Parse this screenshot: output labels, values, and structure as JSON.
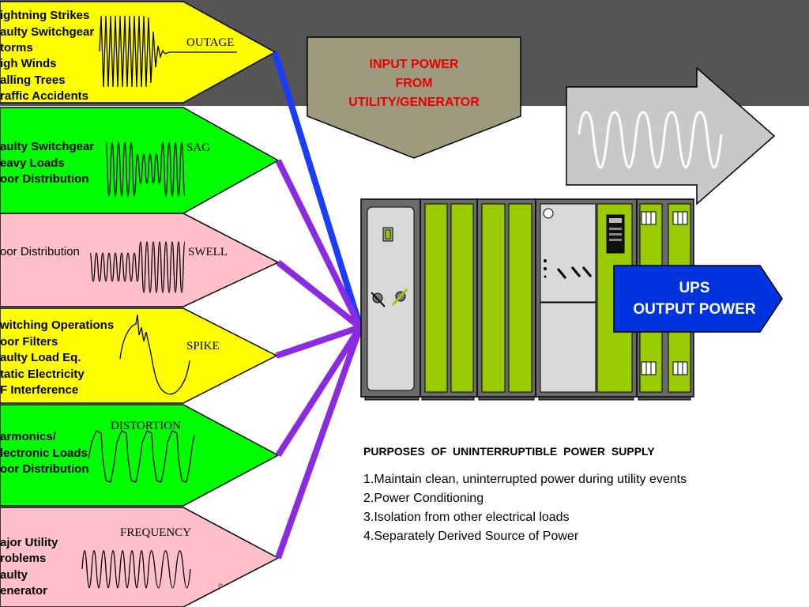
{
  "panels": [
    {
      "lines": [
        "ightning Strikes",
        "aulty Switchgear",
        "torms",
        "igh Winds",
        "alling Trees",
        "raffic Accidents"
      ],
      "label": "OUTAGE",
      "color": "#ffff00"
    },
    {
      "lines": [
        "aulty Switchgear",
        "eavy Loads",
        "oor Distribution"
      ],
      "label": "SAG",
      "color": "#00ff00"
    },
    {
      "lines": [
        "oor Distribution"
      ],
      "label": "SWELL",
      "color": "#ffc0cb"
    },
    {
      "lines": [
        "witching Operations",
        "oor Filters",
        "aulty Load Eq.",
        "tatic Electricity",
        "F Interference"
      ],
      "label": "SPIKE",
      "color": "#ffff00"
    },
    {
      "lines": [
        "armonics/",
        "lectronic Loads",
        "oor Distribution"
      ],
      "label": "DISTORTION",
      "color": "#00ff00"
    },
    {
      "lines": [
        "ajor Utility",
        "roblems",
        "aulty",
        "enerator"
      ],
      "label": "FREQUENCY",
      "color": "#ffc0cb"
    }
  ],
  "input_box": {
    "lines": [
      "INPUT POWER",
      "FROM",
      "UTILITY/GENERATOR"
    ]
  },
  "ups_output": {
    "lines": [
      "UPS",
      "OUTPUT POWER"
    ]
  },
  "purposes": {
    "title": "PURPOSES  OF  UNINTERRUPTIBLE  POWER SUPPLY",
    "items": [
      "1.Maintain clean, uninterrupted power during utility events",
      "2.Power Conditioning",
      "3.Isolation from other electrical loads",
      "4.Separately Derived Source of Power"
    ]
  },
  "footer_fragment": "e",
  "colors": {
    "blue_line": "#1a3cff",
    "purple_line": "#8a2be2",
    "background_band": "#555555",
    "ups_arrow": "#0033dd",
    "cabinet_green": "#99cc00"
  }
}
